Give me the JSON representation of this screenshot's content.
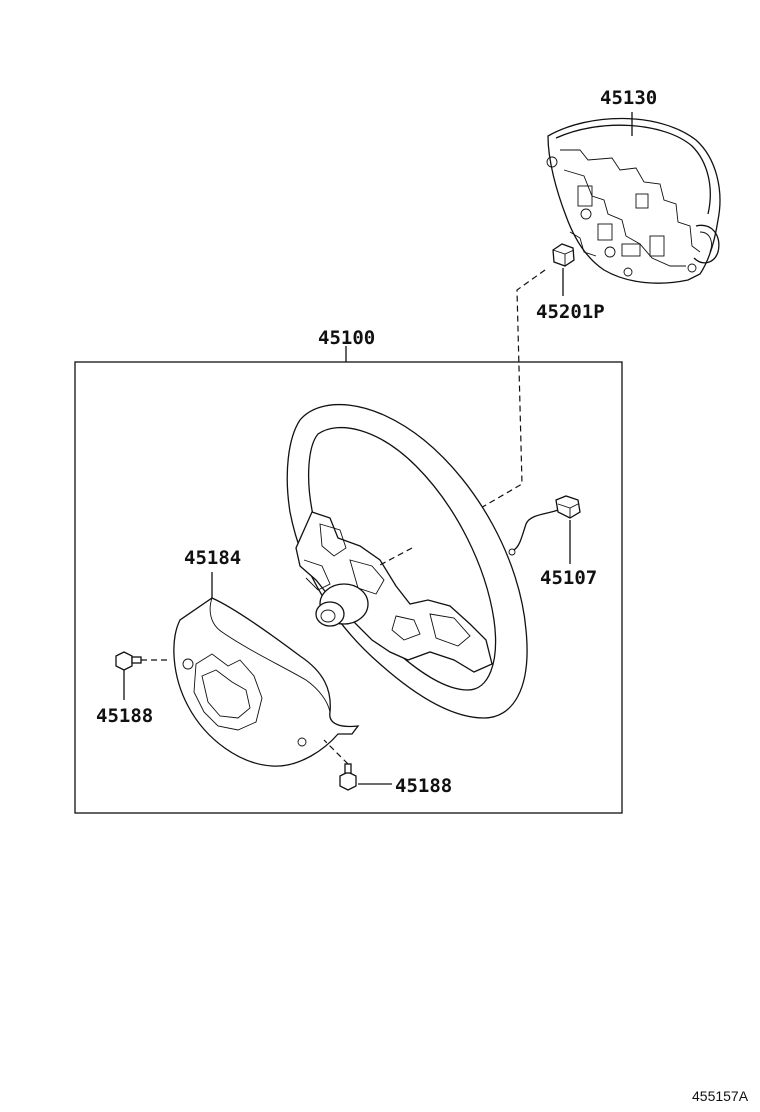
{
  "diagram": {
    "labels": {
      "airbag": "45130",
      "nut": "45201P",
      "wheel_assy": "45100",
      "harness": "45107",
      "cover": "45184",
      "screw_left": "45188",
      "screw_bottom": "45188"
    },
    "drawing_code": "455157A"
  }
}
